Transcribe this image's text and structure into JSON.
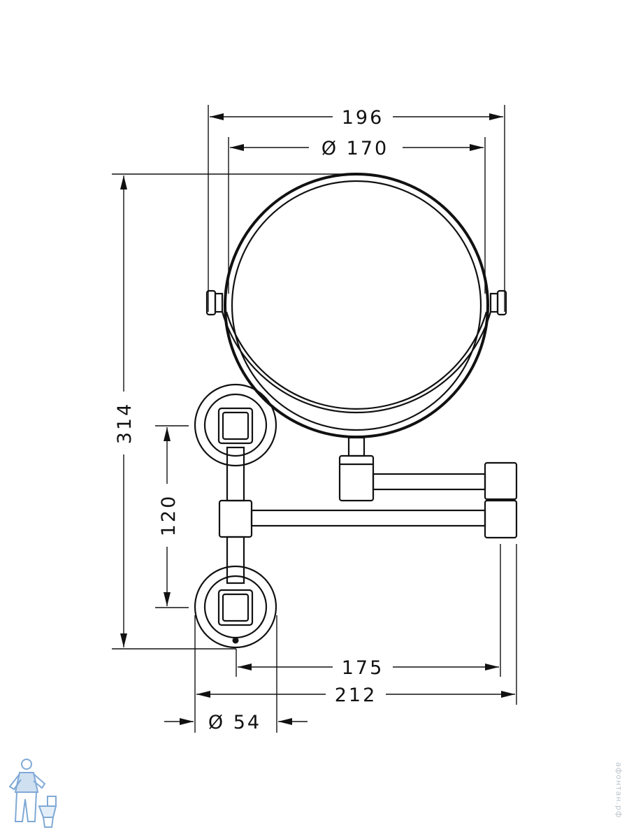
{
  "dimensions": {
    "width_total": "196",
    "mirror_diameter": "Ø 170",
    "height_total": "314",
    "rosette_spacing": "120",
    "arm_reach": "175",
    "depth_total": "212",
    "rosette_diameter": "Ø 54"
  },
  "watermark": {
    "vertical_text": "афонтан.рф"
  },
  "colors": {
    "line": "#111111",
    "watermark": "#b9c4cc",
    "logo_blue": "#7fa9d6"
  }
}
